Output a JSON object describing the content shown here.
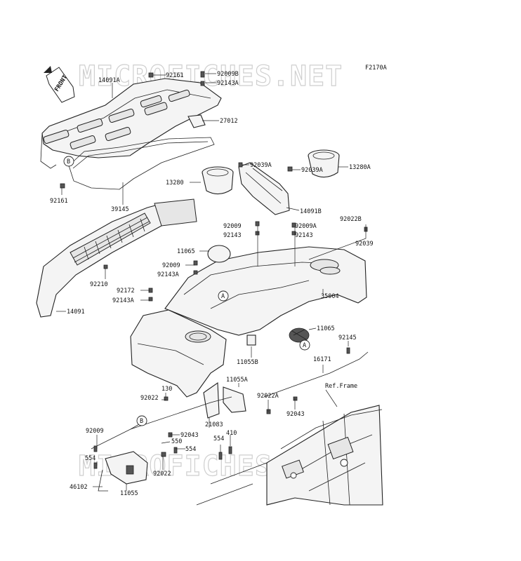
{
  "figure_code": "F2170A",
  "watermark": "MICROFICHES.NET",
  "front_label": "FRONT",
  "ref_frame_label": "Ref.Frame",
  "callouts": {
    "A": "A",
    "B": "B"
  },
  "parts": [
    "92161",
    "92009B",
    "92143A",
    "14091A",
    "27012",
    "92161",
    "39145",
    "92039A",
    "92039A",
    "14091B",
    "13280",
    "13280A",
    "92022B",
    "92039",
    "92009",
    "92143",
    "92009A",
    "92143",
    "11065",
    "92009",
    "92143A",
    "92210",
    "92172",
    "92143A",
    "14091",
    "35004",
    "11065",
    "92145",
    "11055B",
    "16171",
    "130",
    "92022",
    "11055A",
    "92022A",
    "92043",
    "92009",
    "92043",
    "550",
    "21083",
    "410",
    "554",
    "554",
    "554",
    "92022",
    "46102",
    "11055"
  ]
}
